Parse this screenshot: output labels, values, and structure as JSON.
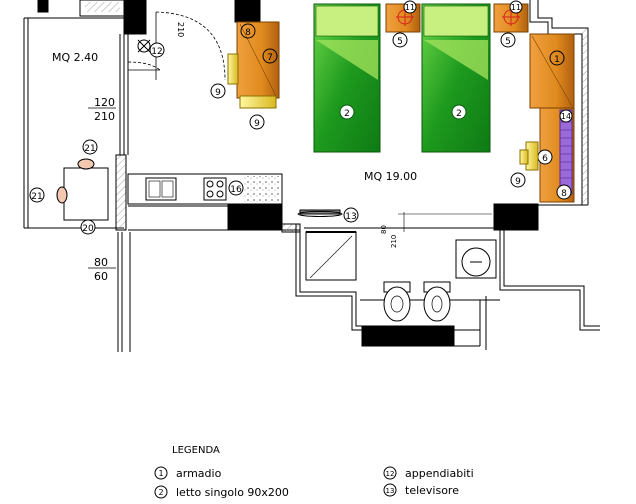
{
  "rooms": {
    "balcony_area": "MQ 2.40",
    "room_area": "MQ 19.00"
  },
  "dimensions": {
    "door_top": "210",
    "window_top": "120",
    "window_bottom": "210",
    "corridor_top": "80",
    "corridor_bottom": "60",
    "bath_door_top": "80",
    "bath_door_bottom": "210"
  },
  "furniture_markers": {
    "wardrobe": "1",
    "single_bed": "2",
    "desk": "6",
    "shelf": "7",
    "bedside": "8",
    "chair": "9",
    "lamp": "5",
    "light": "11",
    "coat_hanger": "12",
    "tv": "13",
    "bookcase": "14",
    "kitchenette": "16",
    "table": "20",
    "balcony_chair": "21"
  },
  "legend": {
    "title": "LEGENDA",
    "items": [
      {
        "num": "1",
        "text": "armadio"
      },
      {
        "num": "2",
        "text": "letto singolo 90x200"
      },
      {
        "num": "12",
        "text": "appendiabiti"
      },
      {
        "num": "13",
        "text": "televisore"
      }
    ]
  },
  "colors": {
    "bed": "#1e9a1e",
    "bed_light": "#9fe05a",
    "wood": "#e08a1e",
    "wall": "#000000",
    "marker_red": "#d62020",
    "tile": "#9a6ad8"
  }
}
